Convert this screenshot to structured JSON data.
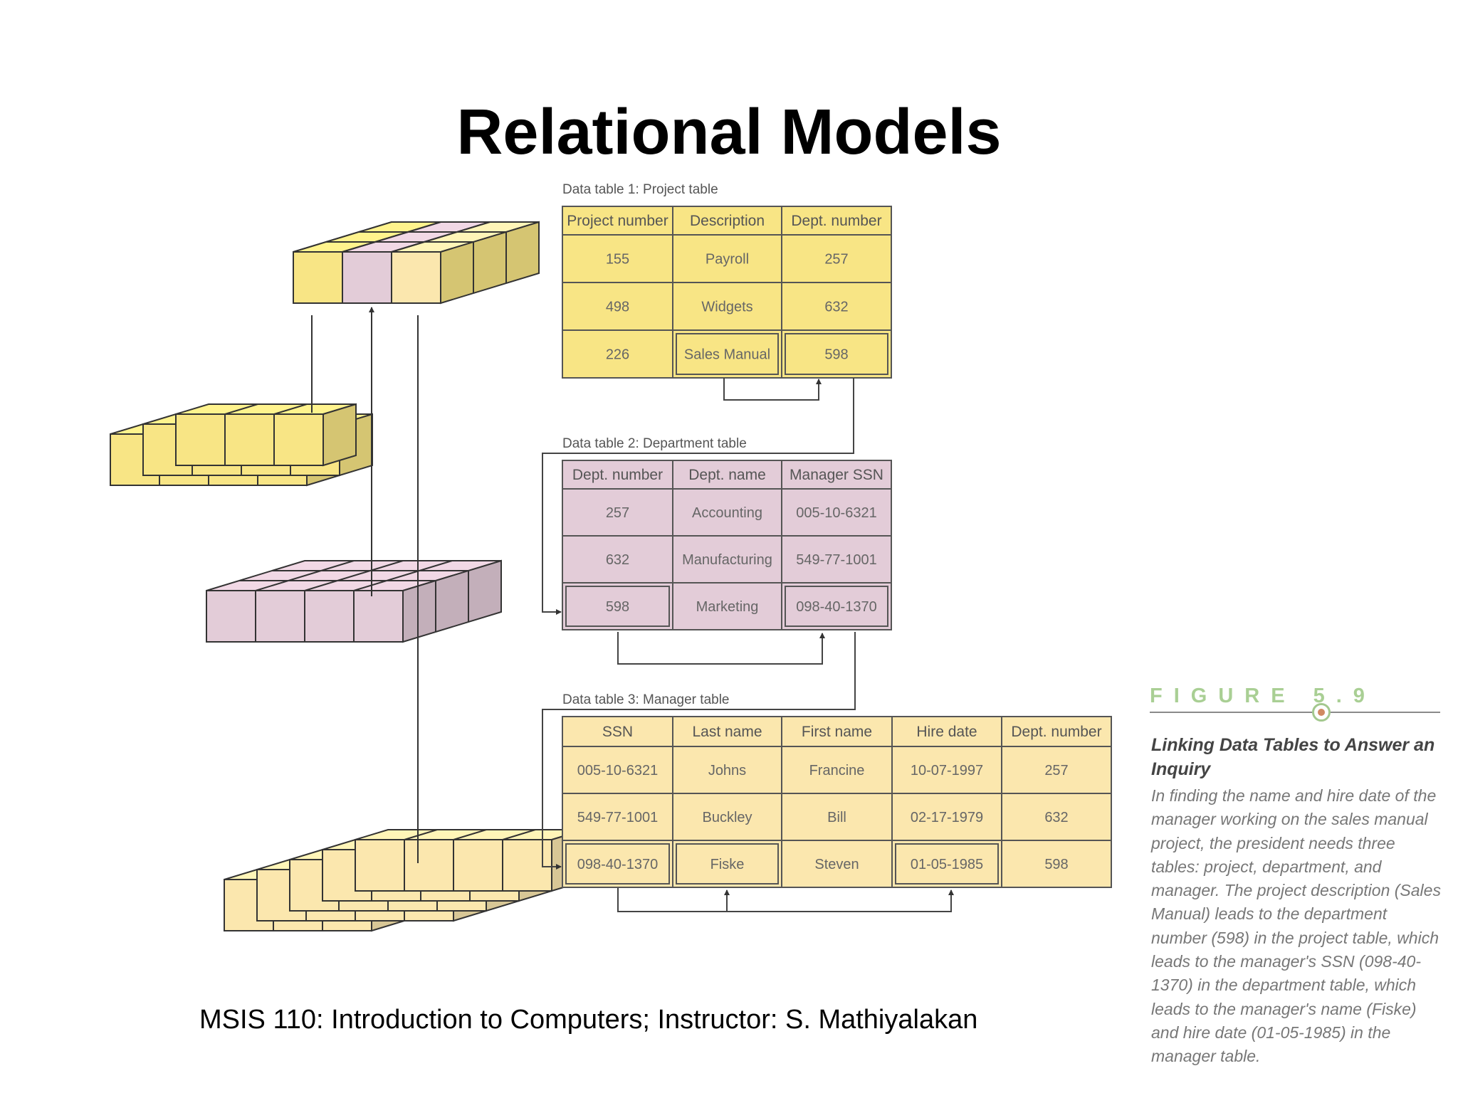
{
  "slide": {
    "title": "Relational Models",
    "footer": "MSIS 110:  Introduction to Computers;  Instructor: S. Mathiyalakan"
  },
  "colors": {
    "project": "#f8e585",
    "department": "#e3ccd8",
    "manager": "#fbe7ae",
    "figure_accent": "#a9cf94"
  },
  "tables": {
    "project": {
      "caption": "Data table 1: Project table",
      "headers": [
        "Project number",
        "Description",
        "Dept. number"
      ],
      "rows": [
        [
          "155",
          "Payroll",
          "257"
        ],
        [
          "498",
          "Widgets",
          "632"
        ],
        [
          "226",
          "Sales Manual",
          "598"
        ]
      ]
    },
    "department": {
      "caption": "Data table 2: Department table",
      "headers": [
        "Dept. number",
        "Dept. name",
        "Manager SSN"
      ],
      "rows": [
        [
          "257",
          "Accounting",
          "005-10-6321"
        ],
        [
          "632",
          "Manufacturing",
          "549-77-1001"
        ],
        [
          "598",
          "Marketing",
          "098-40-1370"
        ]
      ]
    },
    "manager": {
      "caption": "Data table 3: Manager table",
      "headers": [
        "SSN",
        "Last name",
        "First name",
        "Hire date",
        "Dept. number"
      ],
      "rows": [
        [
          "005-10-6321",
          "Johns",
          "Francine",
          "10-07-1997",
          "257"
        ],
        [
          "549-77-1001",
          "Buckley",
          "Bill",
          "02-17-1979",
          "632"
        ],
        [
          "098-40-1370",
          "Fiske",
          "Steven",
          "01-05-1985",
          "598"
        ]
      ]
    }
  },
  "figure": {
    "label": "FIGURE 5.9",
    "heading": "Linking Data Tables to Answer an Inquiry",
    "body": "In finding the name and hire date of the manager working on the sales manual project, the president needs three tables: project, department, and manager. The project description (Sales Manual) leads to the department number (598) in the project table, which leads to the manager's SSN (098-40-1370) in the department table, which leads to the manager's name (Fiske) and hire date (01-05-1985) in the manager table."
  }
}
